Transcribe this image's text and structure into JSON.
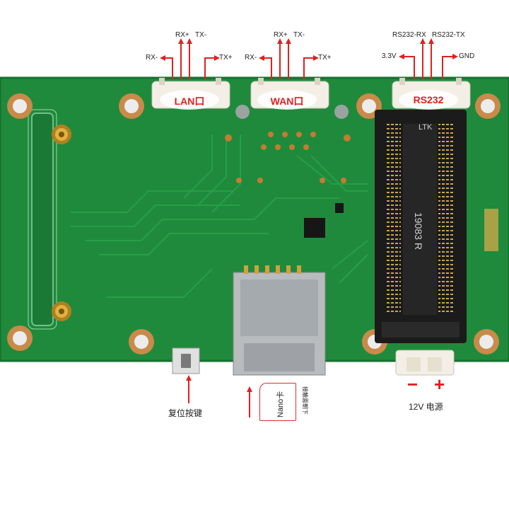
{
  "ports": {
    "lan": {
      "name": "LAN口",
      "pins": {
        "rx_minus": "RX-",
        "rx_plus": "RX+",
        "tx_minus": "TX-",
        "tx_plus": "TX+"
      }
    },
    "wan": {
      "name": "WAN口",
      "pins": {
        "rx_minus": "RX-",
        "rx_plus": "RX+",
        "tx_minus": "TX-",
        "tx_plus": "TX+"
      }
    },
    "rs232": {
      "name": "RS232",
      "pins": {
        "v33": "3.3V",
        "rx": "RS232-RX",
        "tx": "RS232-TX",
        "gnd": "GND"
      }
    }
  },
  "reset_button": {
    "label": "复位按键"
  },
  "sim_slot": {
    "card_label": "Nano卡",
    "hint": "接触面朝下"
  },
  "power": {
    "minus": "−",
    "plus": "+",
    "label": "12V 电源"
  },
  "board_silkscreen": {
    "ltk": "LTK",
    "part": "19083 R"
  },
  "colors": {
    "pcb": "#1f8a3c",
    "annotation_red": "#e02020"
  }
}
